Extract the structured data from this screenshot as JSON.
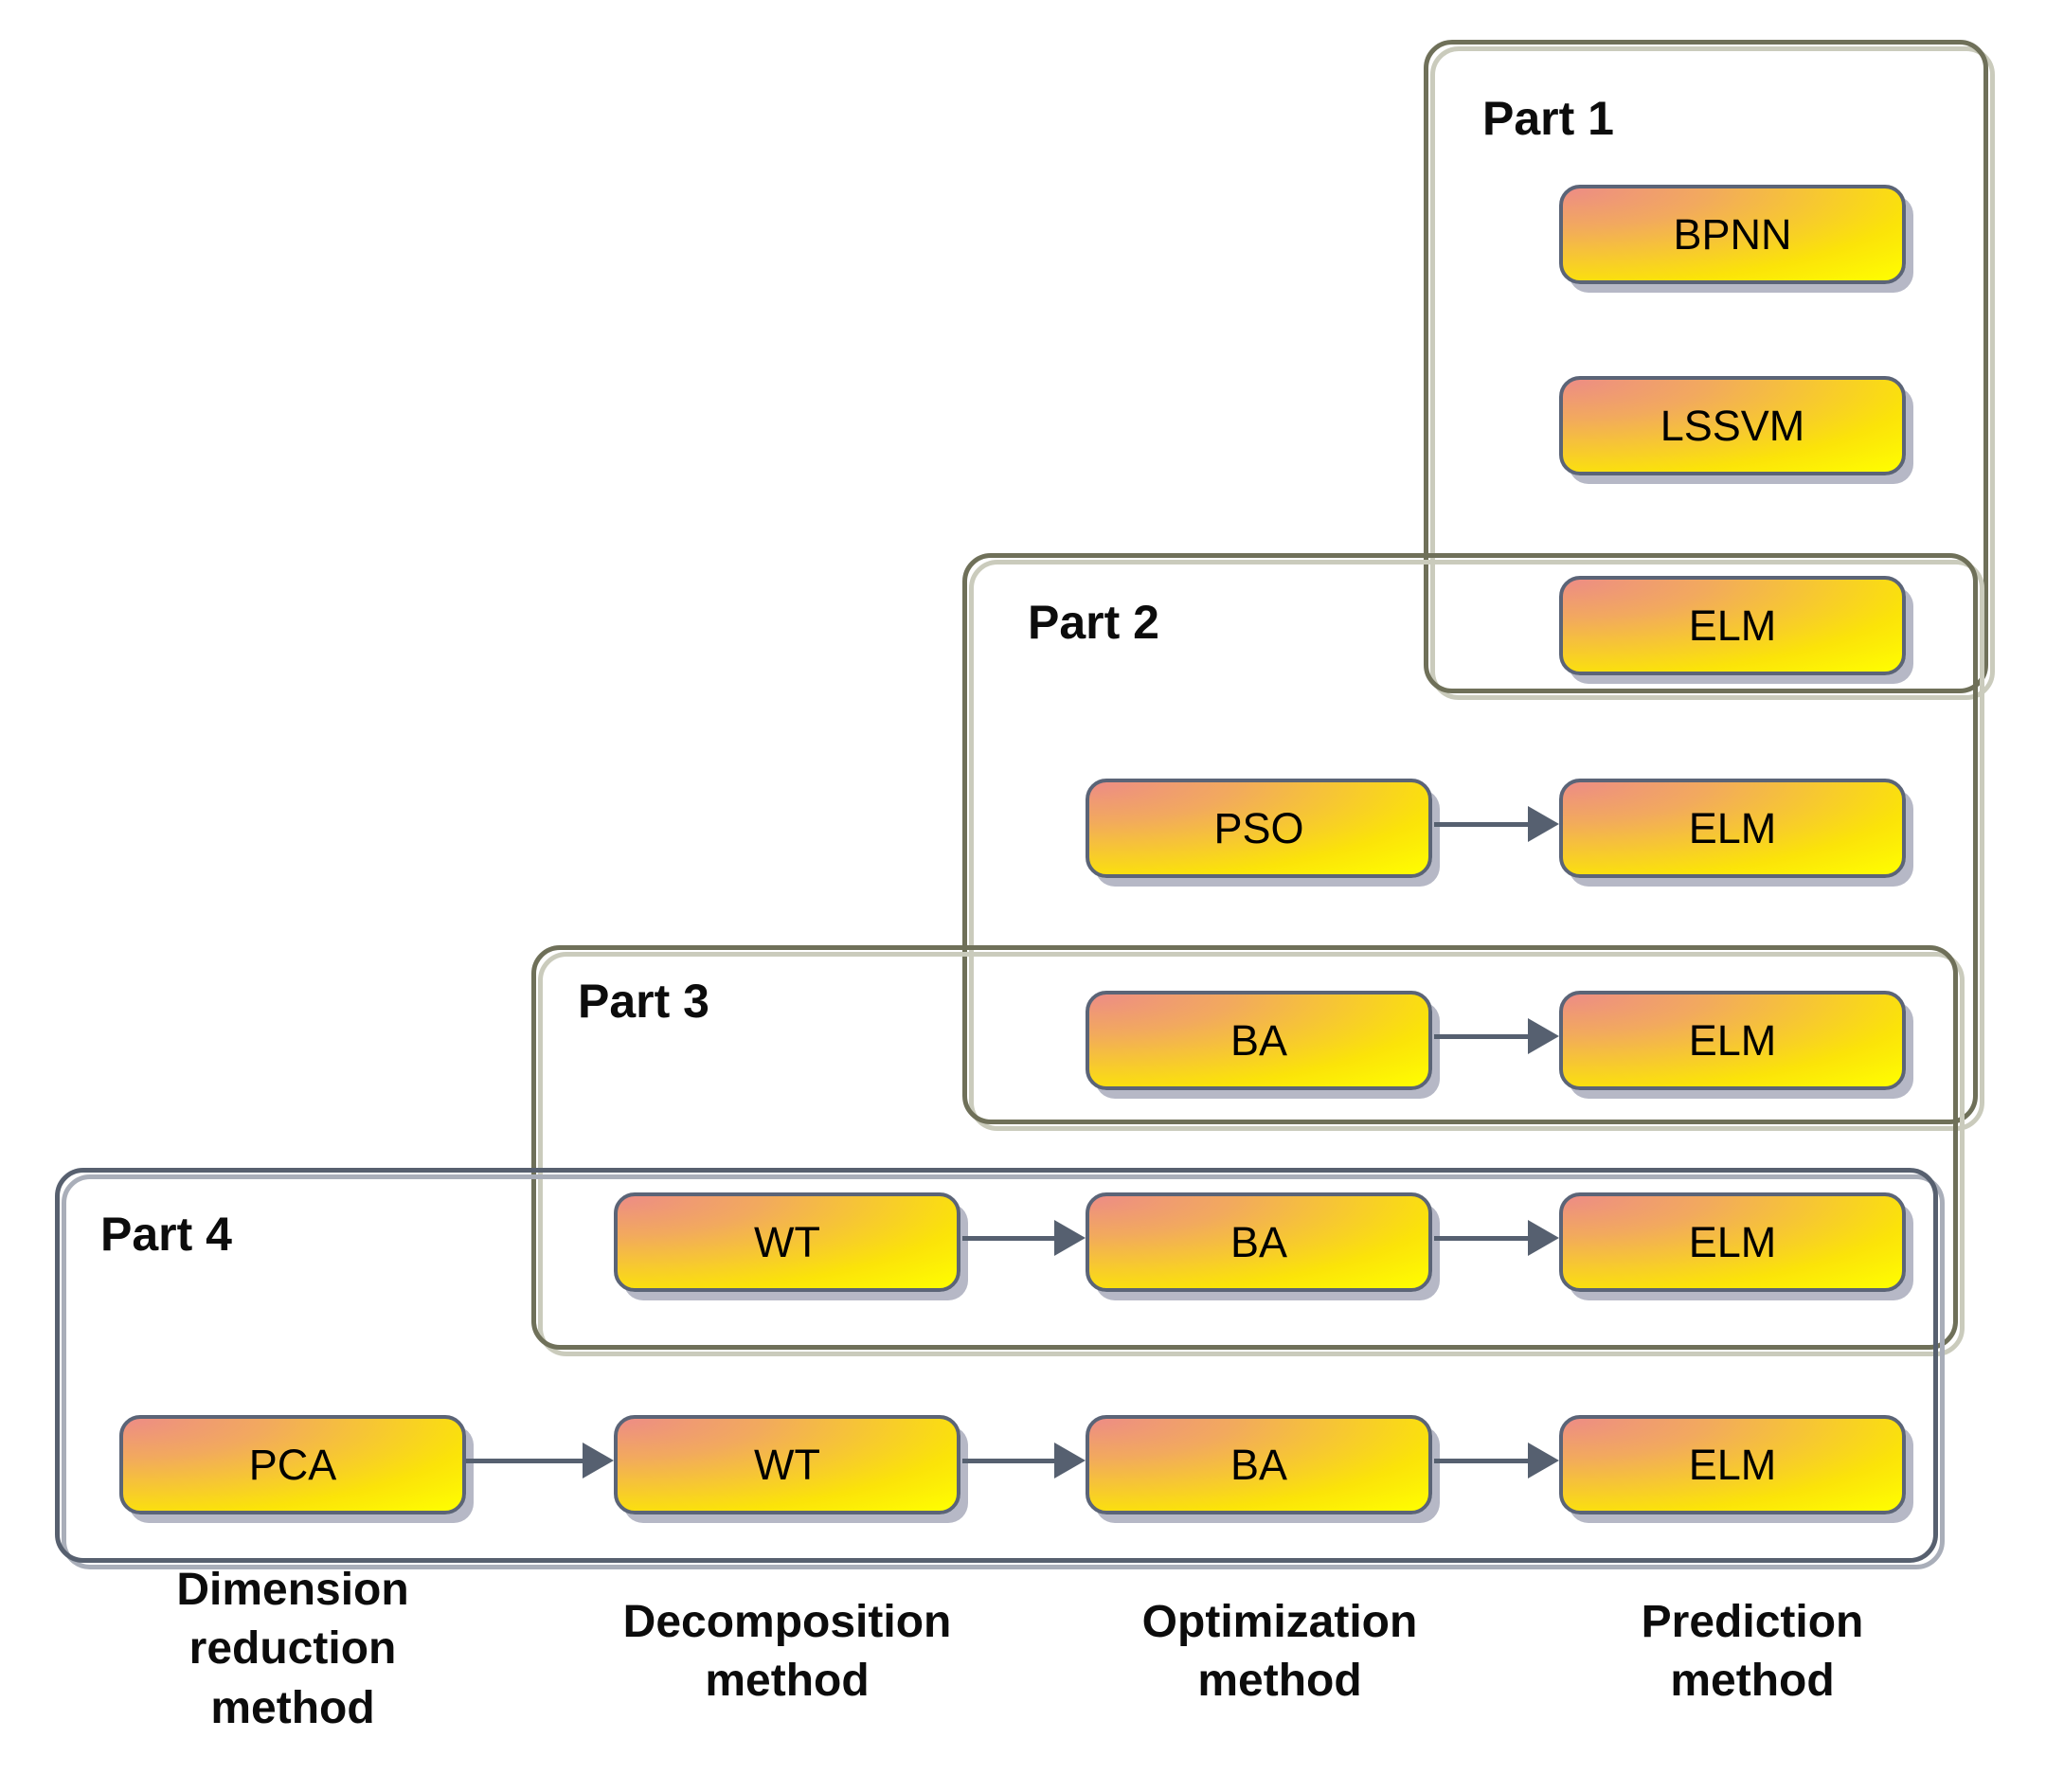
{
  "parts": {
    "part1": {
      "label": "Part 1"
    },
    "part2": {
      "label": "Part 2"
    },
    "part3": {
      "label": "Part 3"
    },
    "part4": {
      "label": "Part 4"
    }
  },
  "nodes": {
    "bpnn": {
      "label": "BPNN"
    },
    "lssvm": {
      "label": "LSSVM"
    },
    "elm1": {
      "label": "ELM"
    },
    "pso": {
      "label": "PSO"
    },
    "elm2": {
      "label": "ELM"
    },
    "ba2": {
      "label": "BA"
    },
    "elm3": {
      "label": "ELM"
    },
    "wt3": {
      "label": "WT"
    },
    "ba3": {
      "label": "BA"
    },
    "elm4": {
      "label": "ELM"
    },
    "pca": {
      "label": "PCA"
    },
    "wt4": {
      "label": "WT"
    },
    "ba4": {
      "label": "BA"
    },
    "elm5": {
      "label": "ELM"
    }
  },
  "edges": [
    {
      "from": "PSO",
      "to": "ELM",
      "row": "part2-row1"
    },
    {
      "from": "BA",
      "to": "ELM",
      "row": "part2-row2"
    },
    {
      "from": "WT",
      "to": "BA",
      "row": "part3-row"
    },
    {
      "from": "BA",
      "to": "ELM",
      "row": "part3-row"
    },
    {
      "from": "PCA",
      "to": "WT",
      "row": "part4-row"
    },
    {
      "from": "WT",
      "to": "BA",
      "row": "part4-row"
    },
    {
      "from": "BA",
      "to": "ELM",
      "row": "part4-row"
    }
  ],
  "footer": {
    "dimension_reduction": {
      "label": "Dimension\nreduction\nmethod"
    },
    "decomposition": {
      "label": "Decomposition\nmethod"
    },
    "optimization": {
      "label": "Optimization\nmethod"
    },
    "prediction": {
      "label": "Prediction\nmethod"
    }
  },
  "colors": {
    "node_gradient_start": "#ed8c86",
    "node_gradient_mid": "#f2a95e",
    "node_gradient_end": "#ffff00",
    "node_border": "#5b6477",
    "node_shadow": "#b6b8c6",
    "arrow": "#566070",
    "frame_olive_dark": "#6f7059",
    "frame_olive_light": "#cacbbc",
    "frame_slate_dark": "#57606f",
    "frame_slate_light": "#a9aeb9",
    "text": "#0c0c0c",
    "background": "#ffffff"
  }
}
